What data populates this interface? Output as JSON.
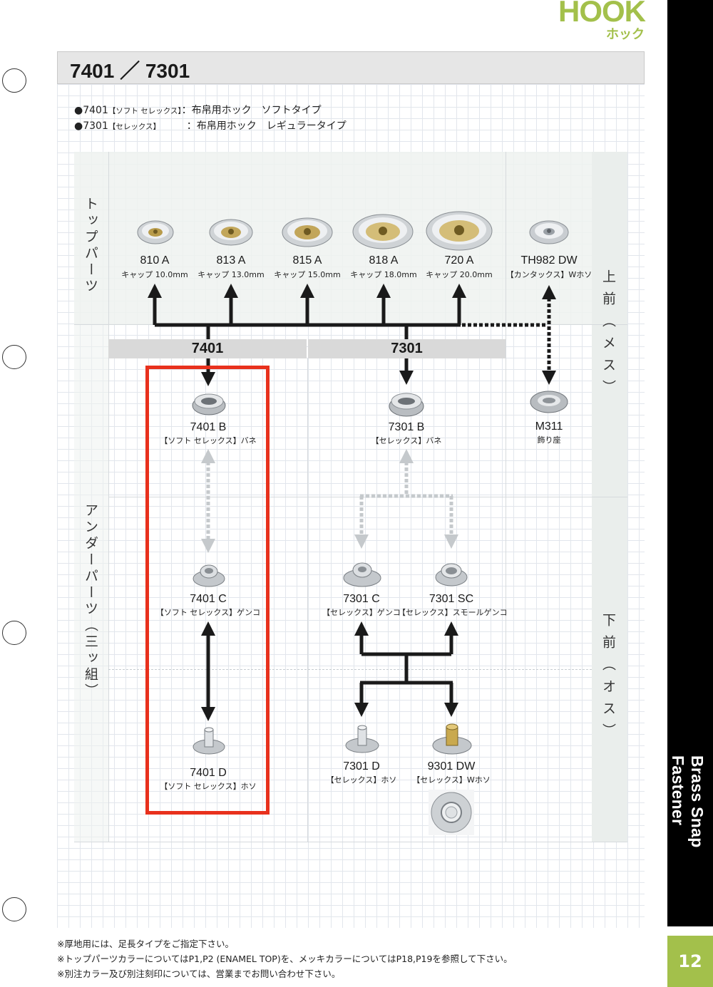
{
  "brand": {
    "hook": "HOOK",
    "hook_kana": "ホック",
    "side_label": "Brass Snap Fastener",
    "page_number": "12"
  },
  "header": {
    "title": "7401 ／ 7301"
  },
  "bullets": [
    {
      "code": "●7401",
      "bracket": "【ソフト セレックス】",
      "colon": "：",
      "type": "布帛用ホック",
      "subtype": "ソフトタイプ"
    },
    {
      "code": "●7301",
      "bracket": "【セレックス】",
      "colon": "：",
      "type": "布帛用ホック",
      "subtype": "レギュラータイプ"
    }
  ],
  "labels": {
    "top_parts": "トップパーツ",
    "under_parts": "アンダーパーツ（三ッ組）",
    "upper": "上前（メス）",
    "lower": "下前（オス）"
  },
  "columns": {
    "col_7401": "7401",
    "col_7301": "7301"
  },
  "top_parts": [
    {
      "code": "810 A",
      "desc": "キャップ 10.0mm"
    },
    {
      "code": "813 A",
      "desc": "キャップ 13.0mm"
    },
    {
      "code": "815 A",
      "desc": "キャップ 15.0mm"
    },
    {
      "code": "818 A",
      "desc": "キャップ 18.0mm"
    },
    {
      "code": "720 A",
      "desc": "キャップ 20.0mm"
    },
    {
      "code": "TH982 DW",
      "desc": "【カンタックス】Wホソ"
    }
  ],
  "m311": {
    "code": "M311",
    "desc": "飾り座"
  },
  "parts_7401": [
    {
      "code": "7401 B",
      "desc": "【ソフト セレックス】バネ"
    },
    {
      "code": "7401 C",
      "desc": "【ソフト セレックス】ゲンコ"
    },
    {
      "code": "7401 D",
      "desc": "【ソフト セレックス】ホソ"
    }
  ],
  "parts_7301": [
    {
      "code": "7301 B",
      "desc": "【セレックス】バネ"
    },
    {
      "code": "7301 C",
      "desc": "【セレックス】ゲンコ"
    },
    {
      "code": "7301 SC",
      "desc": "【セレックス】スモールゲンコ"
    },
    {
      "code": "7301 D",
      "desc": "【セレックス】ホソ"
    },
    {
      "code": "9301 DW",
      "desc": "【セレックス】Wホソ"
    }
  ],
  "footnotes": [
    "※厚地用には、足長タイプをご指定下さい。",
    "※トップパーツカラーについてはP1,P2 (ENAMEL TOP)を、メッキカラーについてはP18,P19を参照して下さい。",
    "※別注カラー及び別注刻印については、営業までお問い合わせ下さい。"
  ],
  "colors": {
    "accent": "#a3c04b",
    "highlight": "#e8311d",
    "sidebar": "#000000"
  }
}
